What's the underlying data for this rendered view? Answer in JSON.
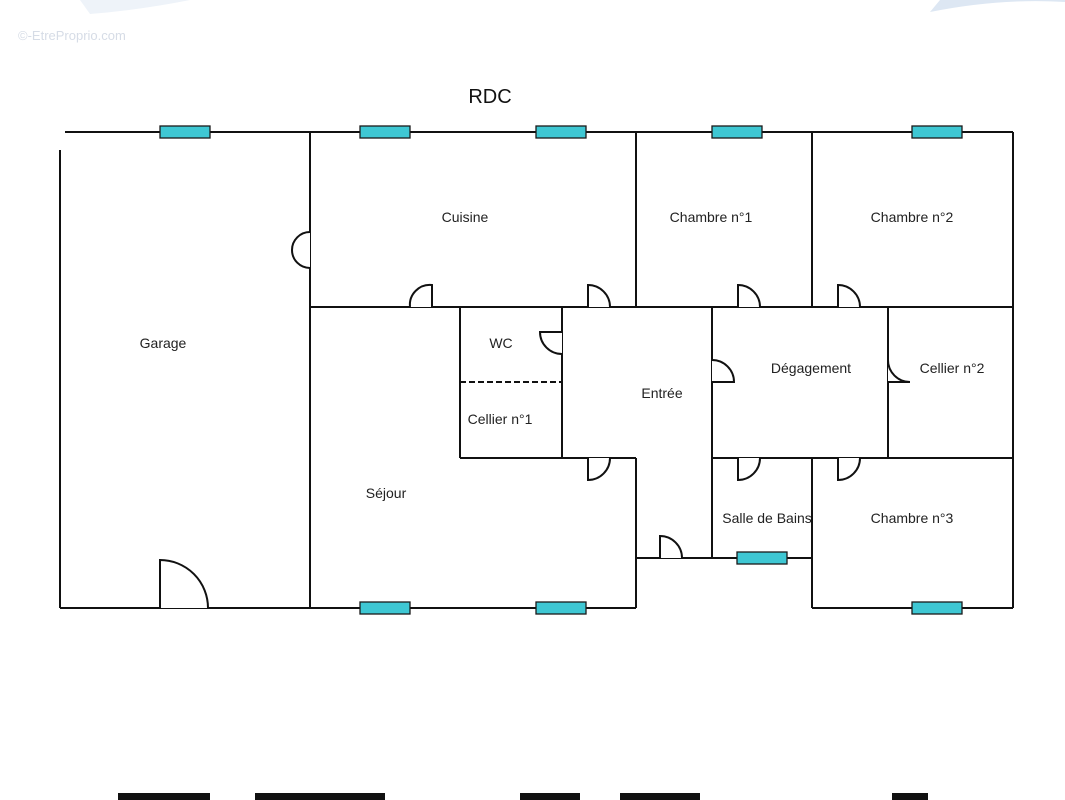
{
  "watermark": "©-EtreProprio.com",
  "plan_title": "RDC",
  "rooms": {
    "garage": "Garage",
    "cuisine": "Cuisine",
    "chambre1": "Chambre n°1",
    "chambre2": "Chambre n°2",
    "wc": "WC",
    "cellier1": "Cellier n°1",
    "entree": "Entrée",
    "degagement": "Dégagement",
    "cellier2": "Cellier n°2",
    "sejour": "Séjour",
    "salle_de_bains": "Salle de Bains",
    "chambre3": "Chambre n°3"
  },
  "colors": {
    "window": "#3ec7d3",
    "wall": "#111111",
    "watermark": "#d6dce6"
  }
}
